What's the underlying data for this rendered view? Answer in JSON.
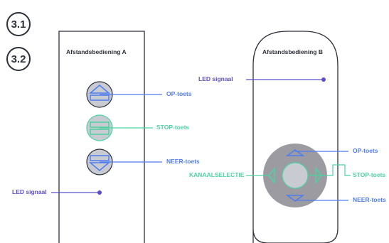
{
  "badges": {
    "first": "3.1",
    "second": "3.2"
  },
  "remote_a": {
    "title": "Afstandsbediening A",
    "up_label": "OP-toets",
    "stop_label": "STOP-toets",
    "down_label": "NEER-toets",
    "led_label": "LED signaal"
  },
  "remote_b": {
    "title": "Afstandsbediening B",
    "led_label": "LED signaal",
    "up_label": "OP-toets",
    "channel_label": "KANAALSELECTIE",
    "stop_label": "STOP-toets",
    "down_label": "NEER-toets"
  },
  "colors": {
    "outline": "#2d2f3a",
    "up_down": "#4f7cf0",
    "stop": "#4cd3a0",
    "led": "#5b4fc9",
    "button_fill": "#c9cbd2",
    "disc_fill": "#9b9ba1"
  }
}
